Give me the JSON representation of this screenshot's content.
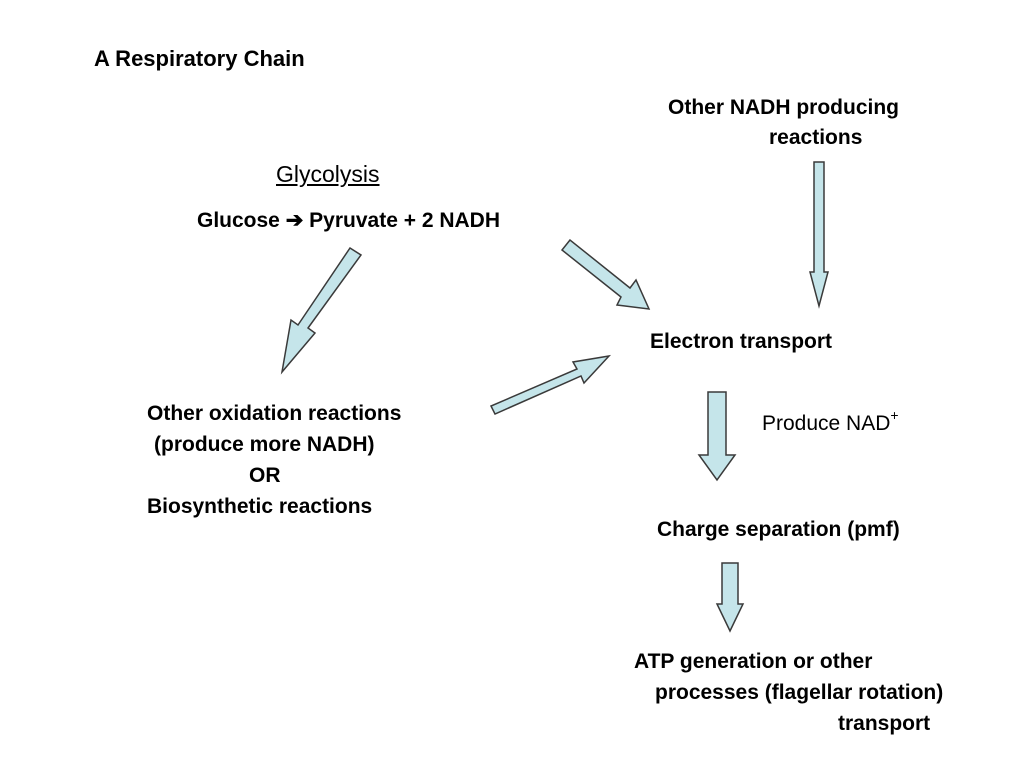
{
  "title": "A Respiratory Chain",
  "other_nadh": {
    "line1": "Other NADH producing",
    "line2": "reactions"
  },
  "glycolysis": {
    "heading": "Glycolysis",
    "equation_part1": "Glucose",
    "equation_arrow": "➔",
    "equation_part2": "Pyruvate + 2 NADH"
  },
  "electron_transport": "Electron transport",
  "produce_nad": {
    "text": "Produce NAD",
    "superscript": "+"
  },
  "left_box": {
    "line1": "Other oxidation reactions",
    "line2": "(produce more NADH)",
    "line3": "OR",
    "line4": "Biosynthetic reactions"
  },
  "charge_separation": "Charge separation (pmf)",
  "atp": {
    "line1": "ATP generation or other",
    "line2": "processes (flagellar rotation)",
    "line3": "transport"
  },
  "arrow_color": "#c5e5ea"
}
